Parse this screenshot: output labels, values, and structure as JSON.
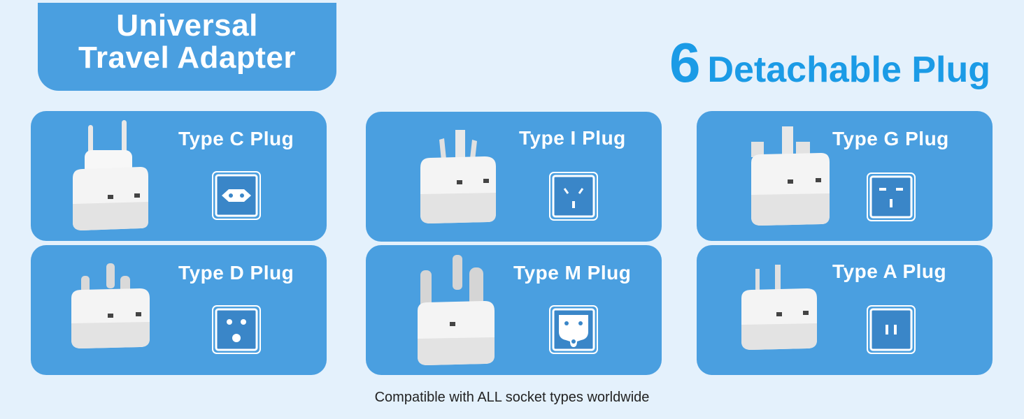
{
  "title": {
    "line1": "Universal",
    "line2": "Travel Adapter"
  },
  "headline": {
    "number": "6",
    "text": "Detachable Plug"
  },
  "cards": [
    {
      "label": "Type C Plug",
      "socket_icon": "type-c-socket-icon"
    },
    {
      "label": "Type I Plug",
      "socket_icon": "type-i-socket-icon"
    },
    {
      "label": "Type G Plug",
      "socket_icon": "type-g-socket-icon"
    },
    {
      "label": "Type D Plug",
      "socket_icon": "type-d-socket-icon"
    },
    {
      "label": "Type M Plug",
      "socket_icon": "type-m-socket-icon"
    },
    {
      "label": "Type A Plug",
      "socket_icon": "type-a-socket-icon"
    }
  ],
  "footer": "Compatible with ALL socket types worldwide",
  "colors": {
    "card": "#4a9fe0",
    "background": "#e4f1fc",
    "headline": "#1b9be6",
    "socket": "#3a86c8"
  }
}
